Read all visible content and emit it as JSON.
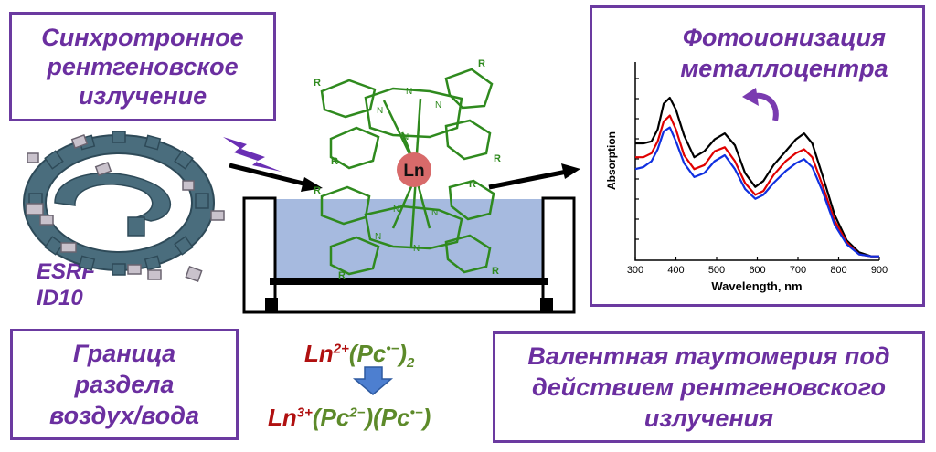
{
  "boxes": {
    "synchrotron": "Синхротронное\nрентгеновское\nизлучение",
    "photoionization": "Фотоионизация\nметаллоцентра",
    "interface": "Граница\nраздела\nвоздух/вода",
    "tautomerism": "Валентная таутомерия под\nдействием рентгеновского\nизлучения"
  },
  "facility_label": "ESRF\nID10",
  "molecule": {
    "metal_label": "Ln",
    "r_label": "R",
    "n_label": "N"
  },
  "formula_top": {
    "ln": "Ln",
    "ln_charge": "2+",
    "rest": "(Pc",
    "pc_charge": "•−",
    "close": ")",
    "sub": "2"
  },
  "formula_bottom": {
    "ln": "Ln",
    "ln_charge": "3+",
    "pc1_open": "(Pc",
    "pc1_charge": "2−",
    "pc1_close": ")",
    "pc2_open": "(Pc",
    "pc2_charge": "•−",
    "pc2_close": ")"
  },
  "chart_data": {
    "type": "line",
    "title": "",
    "xlabel": "Wavelength, nm",
    "ylabel": "Absorption",
    "xlim": [
      300,
      900
    ],
    "ylim": [
      0,
      1
    ],
    "xticks": [
      "300",
      "400",
      "500",
      "600",
      "700",
      "800",
      "900"
    ],
    "series": [
      {
        "color": "#000000",
        "x": [
          300,
          320,
          340,
          355,
          370,
          385,
          400,
          420,
          445,
          470,
          495,
          520,
          545,
          570,
          595,
          615,
          640,
          670,
          695,
          715,
          735,
          760,
          790,
          820,
          850,
          880,
          900
        ],
        "y": [
          0.59,
          0.59,
          0.6,
          0.66,
          0.79,
          0.82,
          0.76,
          0.63,
          0.52,
          0.55,
          0.61,
          0.64,
          0.58,
          0.44,
          0.37,
          0.4,
          0.48,
          0.55,
          0.61,
          0.64,
          0.59,
          0.43,
          0.23,
          0.1,
          0.04,
          0.02,
          0.02
        ]
      },
      {
        "color": "#e00000",
        "x": [
          300,
          320,
          340,
          355,
          370,
          385,
          400,
          420,
          445,
          470,
          495,
          520,
          545,
          570,
          595,
          615,
          640,
          670,
          695,
          715,
          735,
          760,
          790,
          820,
          850,
          880,
          900
        ],
        "y": [
          0.52,
          0.52,
          0.54,
          0.6,
          0.7,
          0.73,
          0.66,
          0.53,
          0.46,
          0.48,
          0.55,
          0.57,
          0.5,
          0.39,
          0.33,
          0.35,
          0.43,
          0.5,
          0.54,
          0.56,
          0.52,
          0.38,
          0.2,
          0.09,
          0.03,
          0.02,
          0.02
        ]
      },
      {
        "color": "#1030e0",
        "x": [
          300,
          320,
          340,
          355,
          370,
          385,
          400,
          420,
          445,
          470,
          495,
          520,
          545,
          570,
          595,
          615,
          640,
          670,
          695,
          715,
          735,
          760,
          790,
          820,
          850,
          880,
          900
        ],
        "y": [
          0.46,
          0.47,
          0.5,
          0.56,
          0.65,
          0.67,
          0.6,
          0.49,
          0.42,
          0.44,
          0.5,
          0.53,
          0.46,
          0.36,
          0.31,
          0.33,
          0.39,
          0.45,
          0.49,
          0.51,
          0.47,
          0.35,
          0.18,
          0.08,
          0.03,
          0.02,
          0.02
        ]
      }
    ]
  }
}
